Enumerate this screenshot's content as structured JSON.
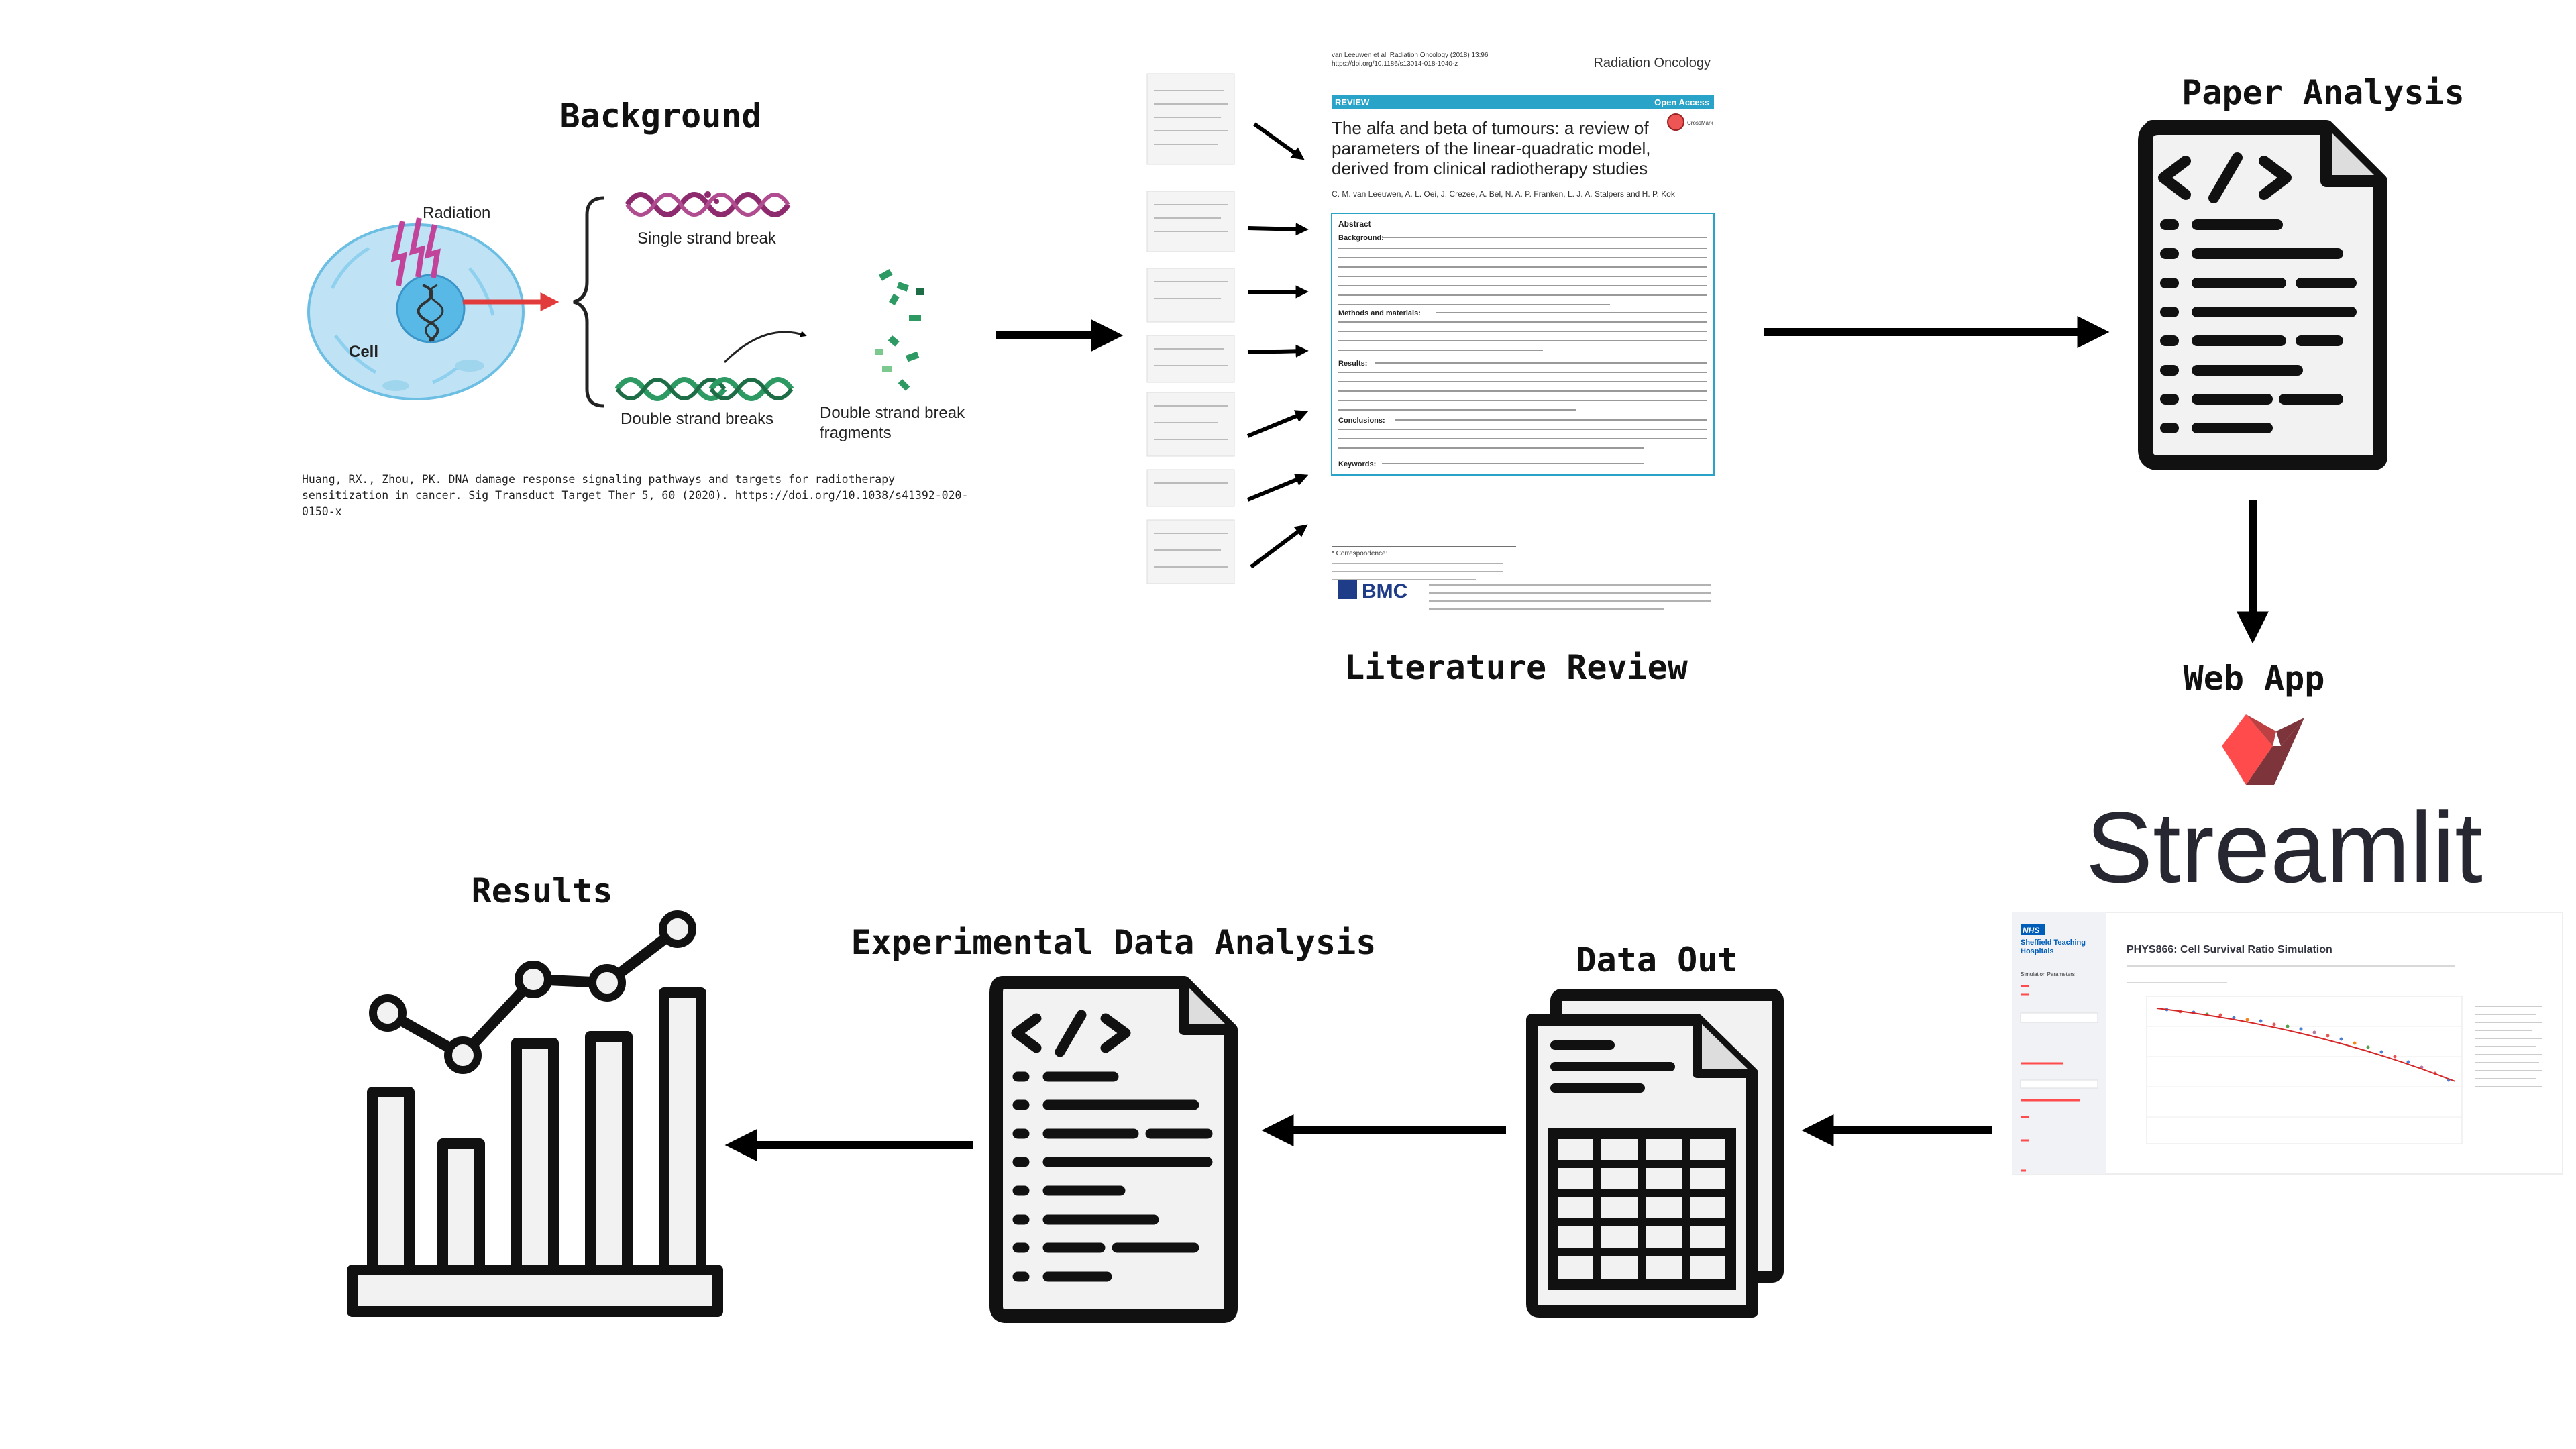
{
  "sections": {
    "background": "Background",
    "literature_review": "Literature Review",
    "paper_analysis": "Paper Analysis",
    "web_app": "Web App",
    "data_out": "Data Out",
    "experimental_analysis": "Experimental Data Analysis",
    "results": "Results"
  },
  "cell_figure": {
    "radiation": "Radiation",
    "cell": "Cell",
    "single_strand": "Single strand break",
    "double_strand": "Double strand breaks",
    "fragments_line1": "Double strand break",
    "fragments_line2": "fragments"
  },
  "citation": {
    "line1": "Huang, RX., Zhou, PK. DNA damage response signaling pathways and targets for radiotherapy",
    "line2": "sensitization in cancer. Sig Transduct Target Ther 5, 60 (2020). https://doi.org/10.1038/s41392-020-",
    "line3": "0150-x"
  },
  "paper": {
    "header_left_1": "van Leeuwen et al. Radiation Oncology (2018) 13:96",
    "header_left_2": "https://doi.org/10.1186/s13014-018-1040-z",
    "journal": "Radiation Oncology",
    "review_tag": "REVIEW",
    "open_access": "Open Access",
    "title_1": "The alfa and beta of tumours: a review of",
    "title_2": "parameters of the linear-quadratic model,",
    "title_3": "derived from clinical radiotherapy studies",
    "authors": "C. M. van Leeuwen, A. L. Oei, J. Crezee, A. Bel, N. A. P. Franken, L. J. A. Stalpers and H. P. Kok",
    "abstract_heading": "Abstract",
    "abstract_background": "Background:",
    "abstract_methods": "Methods and materials:",
    "abstract_results": "Results:",
    "abstract_conclusions": "Conclusions:",
    "keywords": "Keywords:",
    "correspondence": "* Correspondence:",
    "publisher": "BMC",
    "crossmark": "CrossMark"
  },
  "web_app": {
    "brand": "Streamlit",
    "nhs": "NHS",
    "trust_line1": "Sheffield Teaching",
    "trust_line2": "Hospitals",
    "sim_params": "Simulation Parameters",
    "app_title": "PHYS866: Cell Survival Ratio Simulation"
  },
  "colors": {
    "arrow": "#000000",
    "streamlit_red": "#ff4b4b",
    "streamlit_dark": "#7d353b",
    "cell_fill": "#bfe3f5",
    "nucleus": "#58b9e6",
    "dna_purple": "#8e2a6e",
    "dna_green": "#2e9a63",
    "journal_blue": "#2aa3c8"
  },
  "icons": [
    "document-code-icon",
    "document-table-icon",
    "bar-line-chart-icon",
    "streamlit-crown-icon"
  ]
}
